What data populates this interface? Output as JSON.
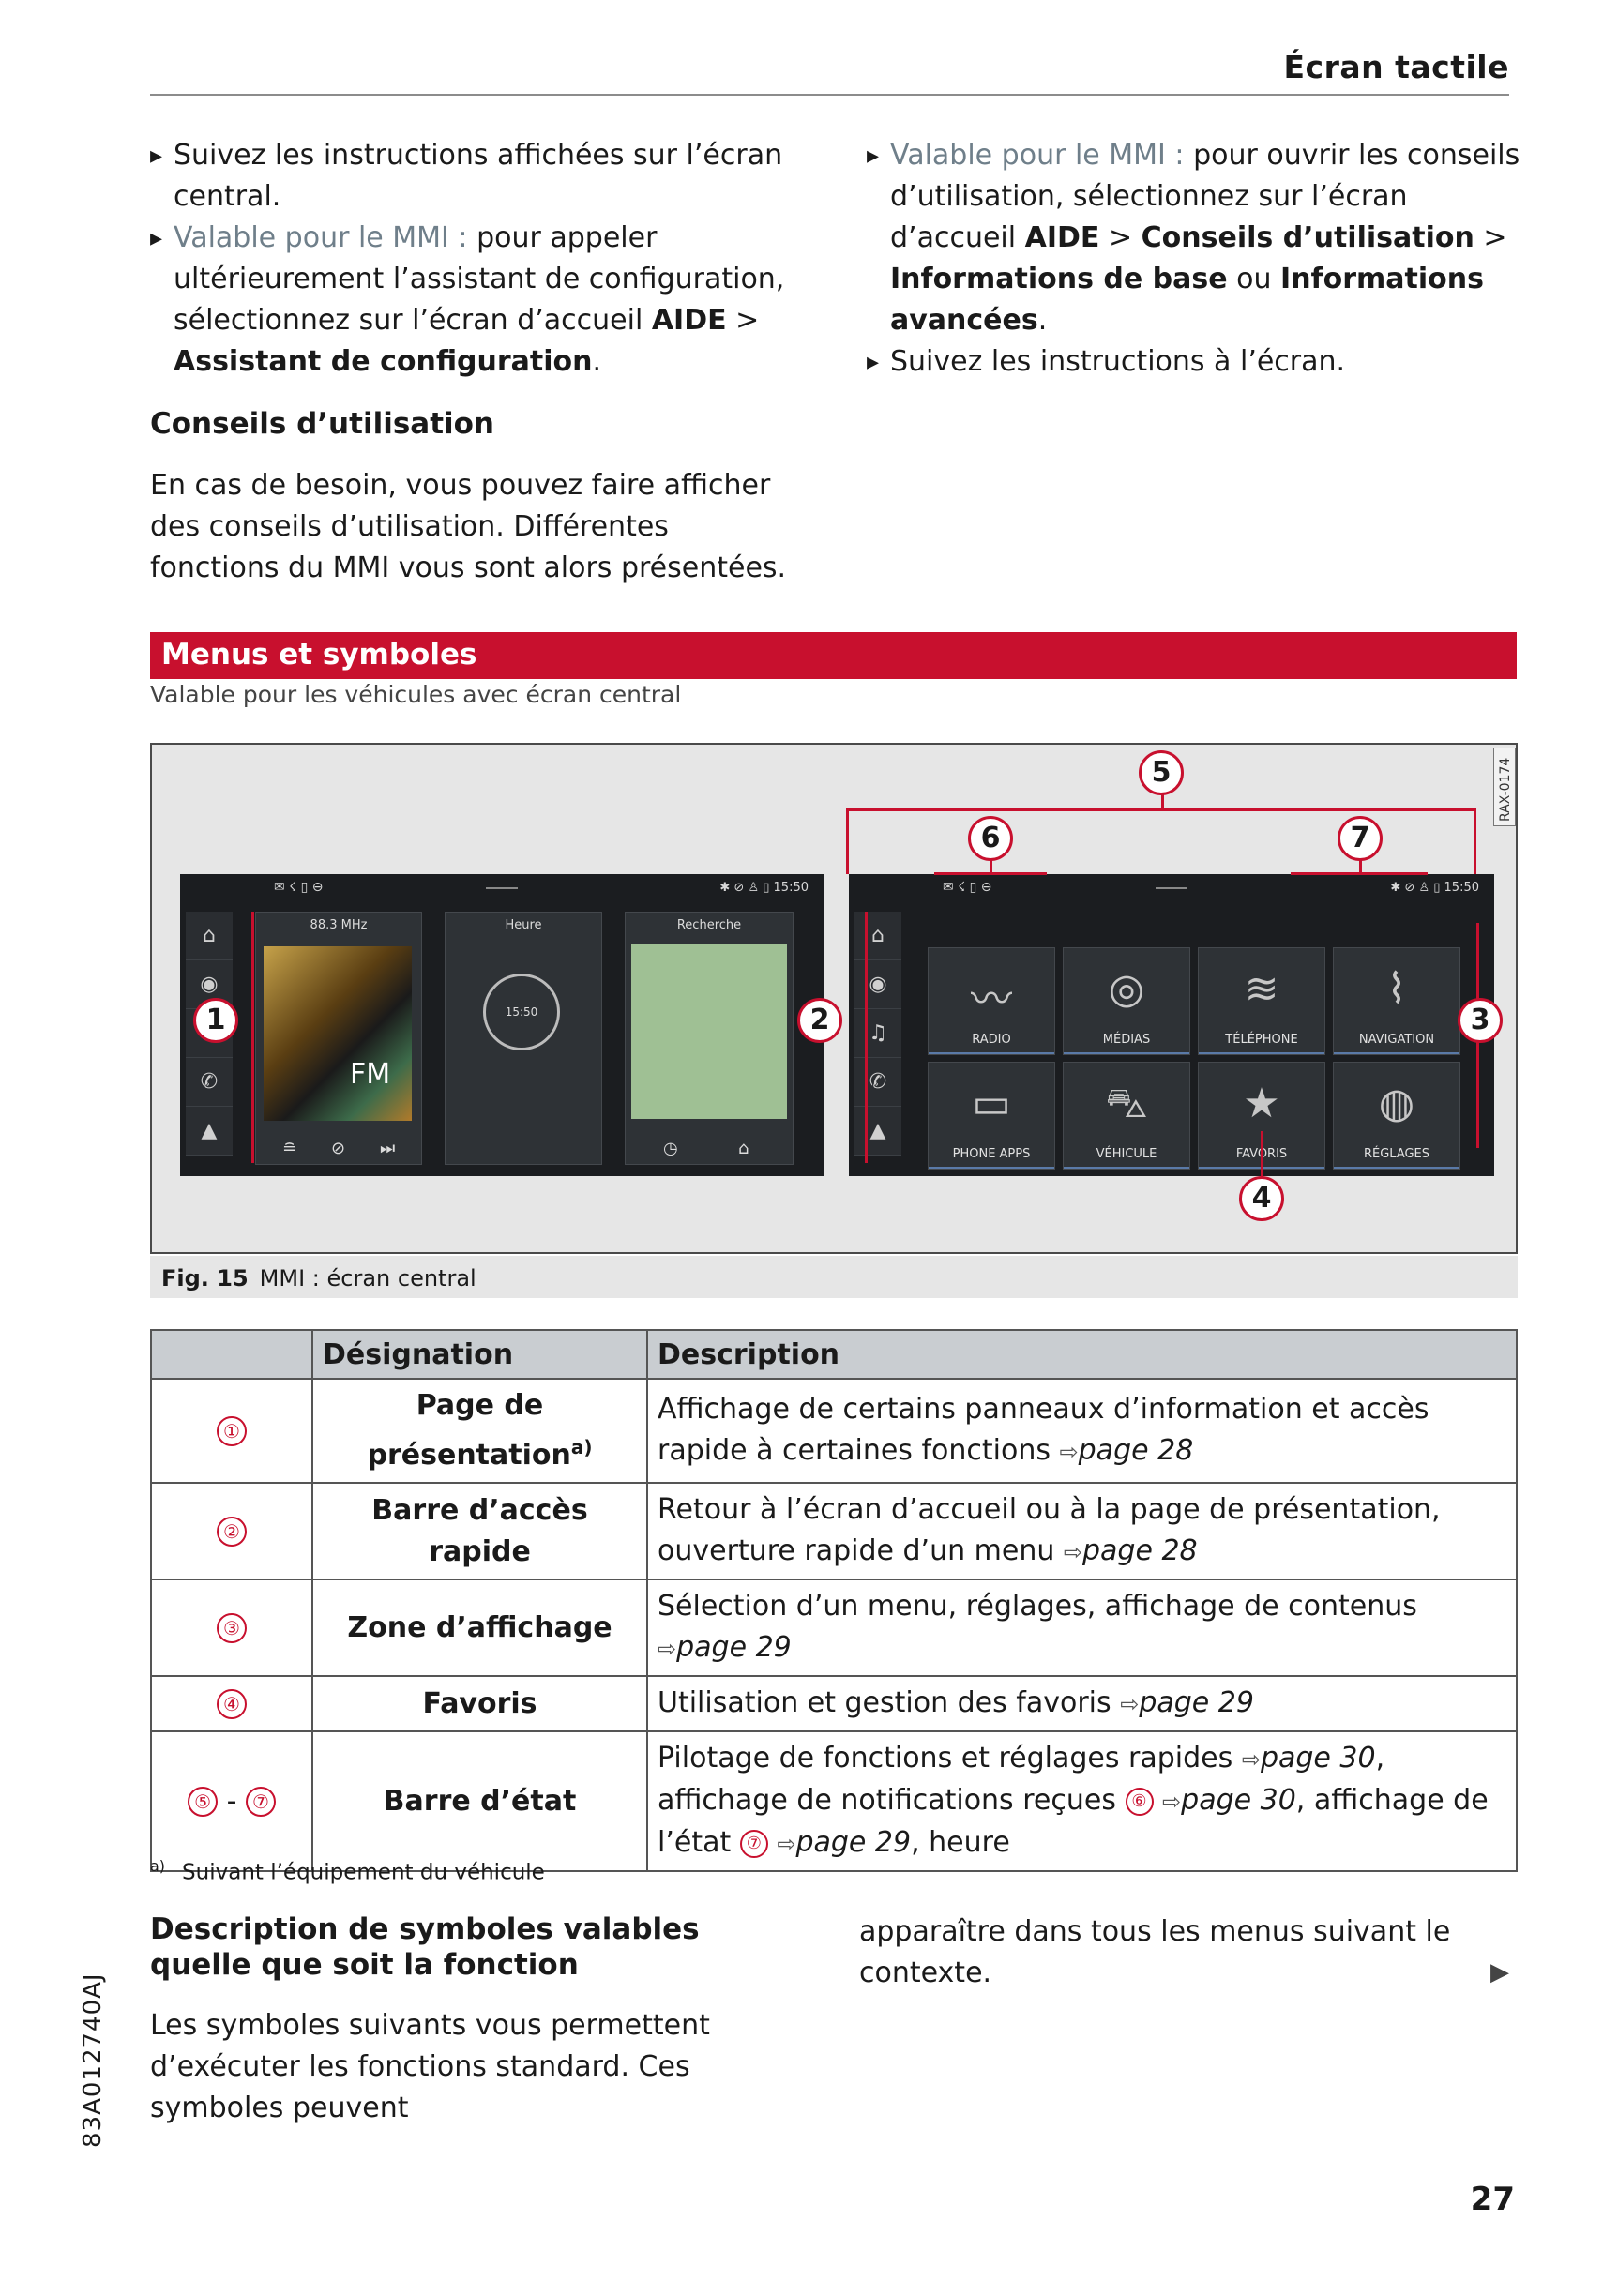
{
  "header": {
    "section_title": "Écran tactile"
  },
  "col_left": {
    "b1": "Suivez les instructions affichées sur l’écran central.",
    "b2_prefix": "Valable pour le MMI :",
    "b2_text": "pour appeler ultérieurement l’assistant de configuration, sélectionnez sur l’écran d’accueil",
    "b2_aide": "AIDE",
    "b2_sep": ">",
    "b2_assistant": "Assistant de configuration",
    "b2_end": ".",
    "conseils_heading": "Conseils d’utilisation",
    "conseils_para": "En cas de besoin, vous pouvez faire afficher des conseils d’utilisation. Différentes fonctions du MMI vous sont alors présentées."
  },
  "col_right": {
    "b1_prefix": "Valable pour le MMI :",
    "b1_text": "pour ouvrir les conseils d’utilisation, sélectionnez sur l’écran d’accueil",
    "b1_aide": "AIDE",
    "b1_sep1": ">",
    "b1_conseils": "Conseils d’utilisation",
    "b1_sep2": ">",
    "b1_base": "Informations de base",
    "b1_ou": "ou",
    "b1_avancees": "Informations avancées",
    "b1_end": ".",
    "b2": "Suivez les instructions à l’écran."
  },
  "section": {
    "title": "Menus et symboles",
    "valable": "Valable pour les véhicules avec écran central"
  },
  "figure": {
    "rax": "RAX-0174",
    "caption_num": "Fig. 15",
    "caption_text": "MMI : écran central",
    "screen_left": {
      "time": "15:50",
      "radio_freq": "88.3 MHz",
      "radio_band": "FM",
      "clock_tile": "Heure",
      "clock_face": "15:50",
      "search_tile": "Recherche"
    },
    "screen_right": {
      "time": "15:50",
      "apps": [
        "RADIO",
        "MÉDIAS",
        "TÉLÉPHONE",
        "NAVIGATION",
        "PHONE APPS",
        "VÉHICULE",
        "FAVORIS",
        "RÉGLAGES"
      ]
    },
    "callouts": [
      "1",
      "2",
      "3",
      "4",
      "5",
      "6",
      "7"
    ]
  },
  "legend_table": {
    "headers": [
      "",
      "Désignation",
      "Description"
    ],
    "rows": [
      {
        "num": "①",
        "designation": "Page de présentation",
        "sup": "a)",
        "desc": "Affichage de certains panneaux d’information et accès rapide à certaines fonctions",
        "ref": "page 28"
      },
      {
        "num": "②",
        "designation": "Barre d’accès rapide",
        "desc": "Retour à l’écran d’accueil ou à la page de présentation, ouverture rapide d’un menu",
        "ref": "page 28"
      },
      {
        "num": "③",
        "designation": "Zone d’affichage",
        "desc": "Sélection d’un menu, réglages, affichage de contenus",
        "ref": "page 29"
      },
      {
        "num": "④",
        "designation": "Favoris",
        "desc": "Utilisation et gestion des favoris",
        "ref": "page 29"
      },
      {
        "num_a": "⑤",
        "num_sep": "-",
        "num_b": "⑦",
        "designation": "Barre d’état",
        "desc_a": "Pilotage de fonctions et réglages rapides",
        "ref_a": "page 30",
        "desc_b": ", affichage de notifications reçues",
        "circ_b": "⑥",
        "ref_b": "page 30",
        "desc_c": ", affichage de l’état",
        "circ_c": "⑦",
        "ref_c": "page 29",
        "desc_d": ", heure"
      }
    ]
  },
  "footnote": {
    "mark": "a)",
    "text": "Suivant l’équipement du véhicule"
  },
  "bottom": {
    "heading": "Description de symboles valables quelle que soit la fonction",
    "para_left": "Les symboles suivants vous permettent d’exécuter les fonctions standard. Ces symboles peuvent",
    "para_right": "apparaître dans tous les menus suivant le contexte."
  },
  "vertical_code": "83A012740AJ",
  "page_number": "27",
  "colors": {
    "accent_red": "#c8102e",
    "table_header": "#c9cdd1",
    "figure_bg": "#e6e6e6"
  }
}
